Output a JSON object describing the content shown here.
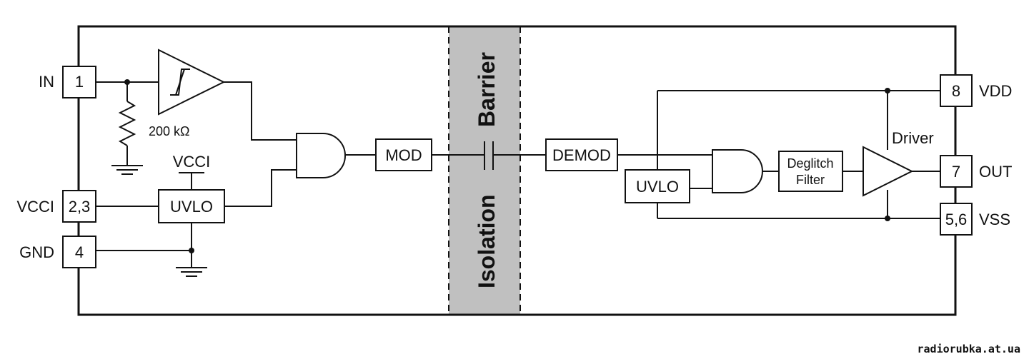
{
  "pins": {
    "in": {
      "name": "IN",
      "number": "1"
    },
    "vcci": {
      "name": "VCCI",
      "number": "2,3"
    },
    "gnd": {
      "name": "GND",
      "number": "4"
    },
    "vdd": {
      "name": "VDD",
      "number": "8"
    },
    "out": {
      "name": "OUT",
      "number": "7"
    },
    "vss": {
      "name": "VSS",
      "number": "5,6"
    }
  },
  "blocks": {
    "resistor": "200 kΩ",
    "vcci_supply": "VCCI",
    "uvlo_left": "UVLO",
    "mod": "MOD",
    "demod": "DEMOD",
    "uvlo_right": "UVLO",
    "deglitch_line1": "Deglitch",
    "deglitch_line2": "Filter",
    "driver": "Driver"
  },
  "barrier": {
    "top": "Barrier",
    "bottom": "Isolation",
    "color": "#c0c0c0"
  },
  "watermark": "radiorubka.at.ua"
}
